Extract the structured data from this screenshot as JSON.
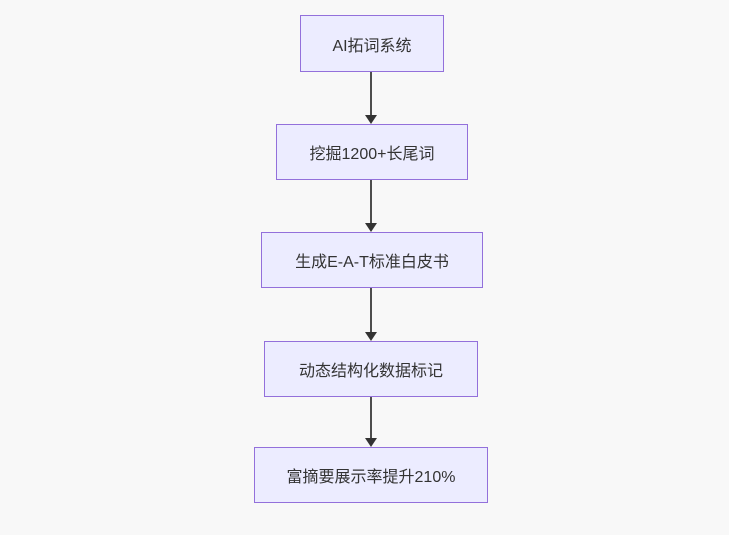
{
  "diagram": {
    "type": "flowchart",
    "direction": "top-down",
    "nodes": [
      {
        "id": "A",
        "label": "AI拓词系统"
      },
      {
        "id": "B",
        "label": "挖掘1200+长尾词"
      },
      {
        "id": "C",
        "label": "生成E-A-T标准白皮书"
      },
      {
        "id": "D",
        "label": "动态结构化数据标记"
      },
      {
        "id": "E",
        "label": "富摘要展示率提升210%"
      }
    ],
    "edges": [
      {
        "from": "A",
        "to": "B"
      },
      {
        "from": "B",
        "to": "C"
      },
      {
        "from": "C",
        "to": "D"
      },
      {
        "from": "D",
        "to": "E"
      }
    ],
    "colors": {
      "node_fill": "#ECECFF",
      "node_border": "#9370DB",
      "edge_line": "#4d4d4d",
      "arrowhead": "#333333",
      "text": "#333333",
      "background": "#f8f8f8"
    }
  }
}
